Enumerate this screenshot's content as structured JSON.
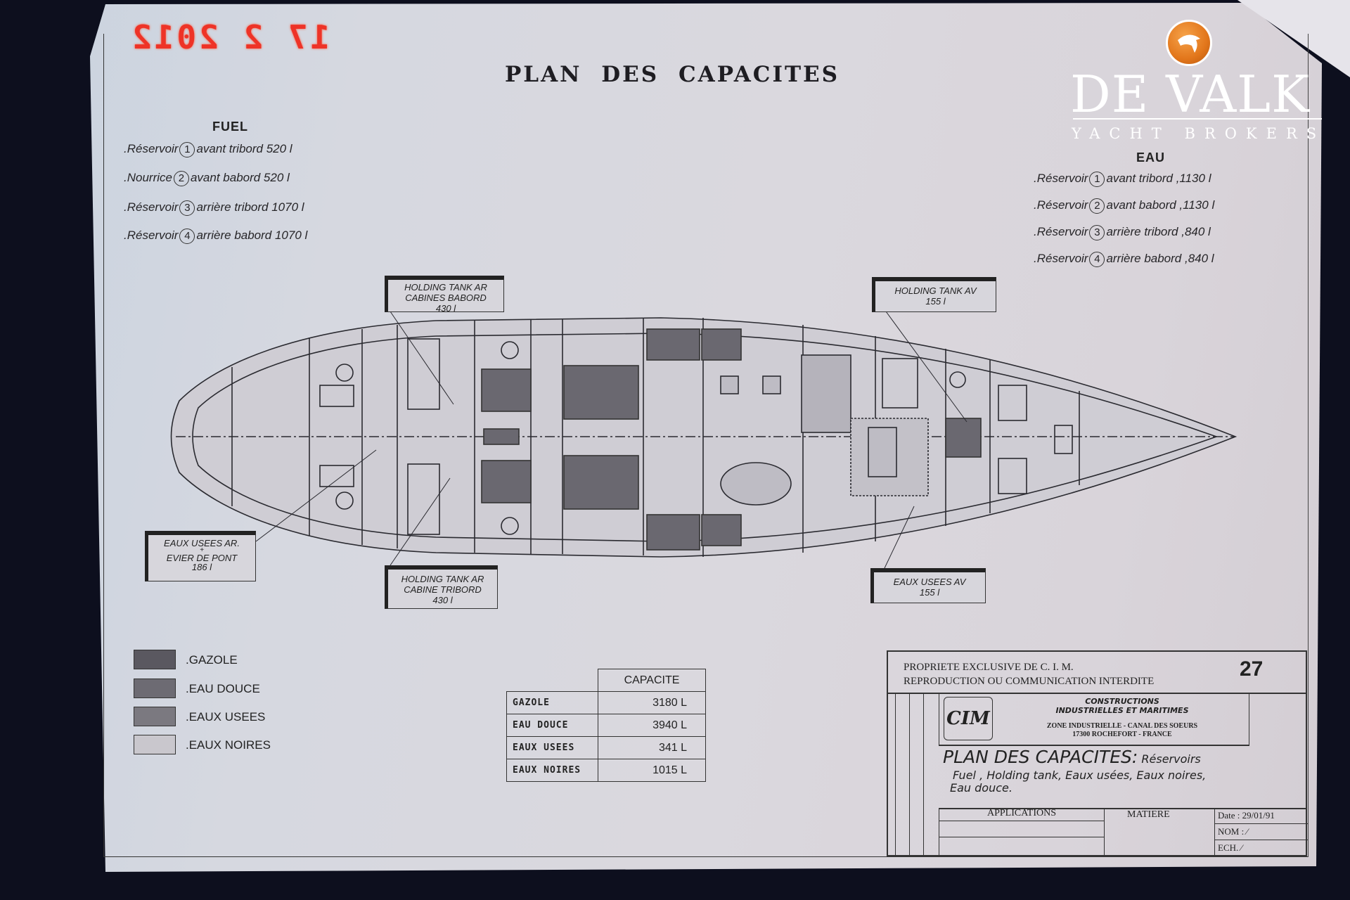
{
  "date_stamp": "17 2 2012",
  "title": "PLAN DES CAPACITES",
  "brand": {
    "name": "DE VALK",
    "tagline": "YACHT BROKERS",
    "accent": "#e2761b"
  },
  "fuel": {
    "heading": "FUEL",
    "items": [
      {
        "prefix": ".Réservoir",
        "num": "1",
        "text": "avant tribord  520 l"
      },
      {
        "prefix": ".Nourrice",
        "num": "2",
        "text": "avant babord  520 l"
      },
      {
        "prefix": ".Réservoir",
        "num": "3",
        "text": "arrière  tribord  1070 l"
      },
      {
        "prefix": ".Réservoir",
        "num": "4",
        "text": "arrière  babord  1070 l"
      }
    ]
  },
  "eau": {
    "heading": "EAU",
    "items": [
      {
        "prefix": ".Réservoir",
        "num": "1",
        "text": "avant  tribord ,1130 l"
      },
      {
        "prefix": ".Réservoir",
        "num": "2",
        "text": "avant  babord ,1130 l"
      },
      {
        "prefix": ".Réservoir",
        "num": "3",
        "text": "arrière  tribord ,840 l"
      },
      {
        "prefix": ".Réservoir",
        "num": "4",
        "text": "arrière  babord ,840 l"
      }
    ]
  },
  "callouts": {
    "ht_ar_babord": [
      "HOLDING TANK AR",
      "CABINES BABORD",
      "430 l"
    ],
    "ht_av": [
      "HOLDING  TANK AV",
      "155 l"
    ],
    "eu_ar": [
      "EAUX USEES AR.",
      "+",
      "EVIER DE PONT",
      "186 l"
    ],
    "ht_ar_tribord": [
      "HOLDING TANK AR",
      "CABINE  TRIBORD",
      "430 l"
    ],
    "eu_av": [
      "EAUX  USEES  AV",
      "155 l"
    ]
  },
  "legend": [
    {
      "label": ".GAZOLE",
      "color": "#5a5860"
    },
    {
      "label": ".EAU DOUCE",
      "color": "#6d6b73"
    },
    {
      "label": ".EAUX USEES",
      "color": "#7b7980"
    },
    {
      "label": ".EAUX NOIRES",
      "color": "#c9c7cd"
    }
  ],
  "capacity_table": {
    "header": "CAPACITE",
    "rows": [
      {
        "name": "GAZOLE",
        "value": "3180 L"
      },
      {
        "name": "EAU DOUCE",
        "value": "3940 L"
      },
      {
        "name": "EAUX USEES",
        "value": "341 L"
      },
      {
        "name": "EAUX NOIRES",
        "value": "1015 L"
      }
    ]
  },
  "title_block": {
    "owner_line1": "PROPRIETE EXCLUSIVE DE  C. I. M.",
    "owner_line2": "REPRODUCTION OU COMMUNICATION INTERDITE",
    "sheet_number": "27",
    "company_line1": "CONSTRUCTIONS",
    "company_line2": "INDUSTRIELLES ET MARITIMES",
    "address_line1": "ZONE INDUSTRIELLE - CANAL DES SOEURS",
    "address_line2": "17300 ROCHEFORT - FRANCE",
    "logo_text": "CIM",
    "plan_title": "PLAN  DES  CAPACITES:",
    "plan_sub1": "Réservoirs",
    "plan_sub2": "Fuel ,  Holding  tank, Eaux  usées, Eaux  noires,",
    "plan_sub3": "Eau  douce.",
    "applications": "APPLICATIONS",
    "matiere": "MATIERE",
    "date": "Date : 29/01/91",
    "nom": "NOM :  ⁄",
    "ech": "ECH.  ⁄"
  }
}
